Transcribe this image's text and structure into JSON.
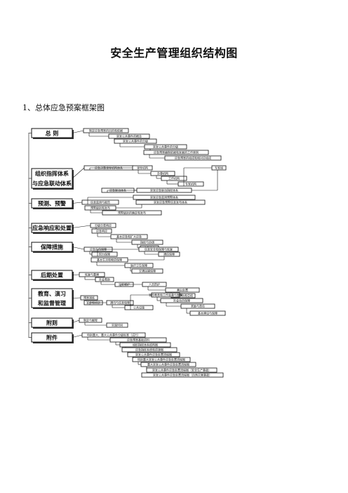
{
  "title": "安全生产管理组织结构图",
  "subtitle": "1、总体应急预案框架图",
  "categories": [
    {
      "id": "zongze",
      "lines": [
        "总    则"
      ]
    },
    {
      "id": "zuzhi",
      "lines": [
        "组织指挥体系",
        "与应急联动体系"
      ]
    },
    {
      "id": "yuce",
      "lines": [
        "预测、预警"
      ]
    },
    {
      "id": "yingji",
      "lines": [
        "应急响应和处置"
      ]
    },
    {
      "id": "baozhang",
      "lines": [
        "保障措施"
      ]
    },
    {
      "id": "houqi",
      "lines": [
        "后期处置"
      ]
    },
    {
      "id": "jiaoyu",
      "lines": [
        "教育、演习",
        "和监督管理"
      ]
    },
    {
      "id": "fuze",
      "lines": [
        "附则"
      ]
    },
    {
      "id": "fujian",
      "lines": [
        "附件"
      ]
    }
  ],
  "items": {
    "zongze": [
      "制定应急预案的目的和依据",
      "突发公共事件的概念",
      "突发公共事件的分级",
      "突发公共事件的分级",
      "应急预案编制依据和发展的工作原则",
      "应急预案的组成和相对应组成"
    ],
    "zuzhi": [
      "应急决策领导机构体系",
      "领导机构",
      "办事机构",
      "工作机构",
      "专家机构",
      "专家组",
      "应急联动体系",
      "突发应急联动指挥体系"
    ],
    "yuce": [
      "信息监测与报告",
      "突发应急监测预警体系",
      "突发应急预警信息发布体系",
      "预警级别和发布",
      "预警级别的确定和发布"
    ],
    "yingji": [
      "分级分类响应",
      "应急响应",
      "基本应急和扩大应急",
      "指挥与协调",
      "应急结束"
    ],
    "baozhang": [
      "应急队伍保障",
      "财力保障",
      "信息安全和保障与恢复",
      "通信保障",
      "基本生活和物资保障",
      "医疗卫生保障",
      "交通运输保障"
    ],
    "houqi": [
      "恢复与重建",
      "社会救助",
      "治安维护",
      "人员防护",
      "善后处置",
      "调查评估和总结"
    ],
    "jiaoyu": [
      "预案演练",
      "宣传和培训",
      "通讯与信息保障",
      "公共设施",
      "宣传教育和工作监督与管理",
      "社会动员保障",
      "奖励与责任",
      "基本建设与保障"
    ],
    "fuze": [
      "制定与解释",
      "实施时间"
    ],
    "fujian": [
      "特别重大、重大公共事件分级标准（试行）",
      "应急预案基础资料",
      "组织指挥体系结构图",
      "应急指挥系统和资源图",
      "突发公共事件应急处置流程图",
      "特别重大突发公共事件应急处置流程图",
      "重大突发公共事件应急处置流程图",
      "突发公共事件应急处置流程图（安全生产事故）",
      "突发公共事件应急处置流程图（自然灾害事故）"
    ]
  }
}
